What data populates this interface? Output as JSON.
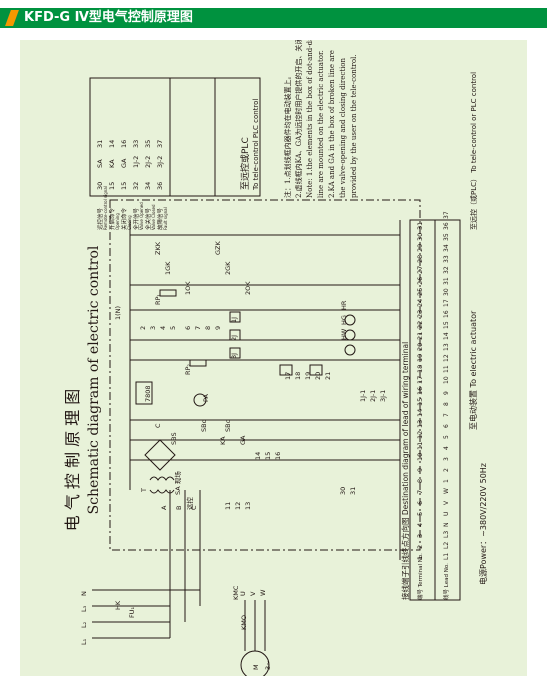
{
  "header": {
    "title": "KFD-G Ⅳ型电气控制原理图",
    "accent": "#00923f",
    "mark": "#f39800"
  },
  "diagram": {
    "title_cn": "电 气 控 制 原 理 图",
    "title_en": "Schematic diagram of electric control",
    "power_label": "电源Power：~380V/220V  50Hz",
    "terms": {
      "L1": "L₁",
      "L2": "L₂",
      "L3": "L₃",
      "N": "N",
      "HK": "HK",
      "FU": "FU₁",
      "A": "A",
      "B": "B",
      "C": "C",
      "KMO": "KMO",
      "KMC": "KMC",
      "T": "T",
      "M": "M",
      "M3": "3~",
      "U": "U",
      "V": "V",
      "W": "W",
      "RP1": "RP₁",
      "RP2": "RP₂",
      "PA": "PA",
      "IC7808": "7808",
      "Cap": "C",
      "SA": "SA 现场",
      "SA_remote": "远控",
      "SBS": "SBS",
      "SBO": "SBo",
      "SBC": "SBc",
      "KA": "KA",
      "GA": "GA",
      "one_n": "1(N)",
      "n2": "2",
      "n3": "3",
      "n4": "4",
      "n5": "5",
      "n6": "6",
      "n7": "7",
      "n8": "8",
      "n9": "9",
      "n11": "11",
      "n12": "12",
      "n13": "13",
      "n14": "14",
      "n15": "15",
      "n16": "16",
      "n17": "17",
      "n18": "18",
      "n19": "19",
      "n20": "20",
      "n21": "21",
      "n30": "30",
      "n31": "31",
      "K1J": "1J",
      "K2J": "2J",
      "K3J": "3J",
      "HR": "HR",
      "HG": "HG",
      "HW": "HW",
      "J1": "1J-1",
      "J2": "2J-1",
      "J3": "3J-1",
      "ZKK": "ZKK",
      "GZK": "GZK",
      "K1G": "1GK",
      "K2G": "2GK",
      "K10K": "1OK",
      "K20K": "2OK"
    },
    "relay_table": [
      {
        "num_a": "30",
        "sym": "SA",
        "num_b": "31",
        "cn": "远控信号",
        "en": "Remote-control signal"
      },
      {
        "num_a": "15",
        "sym": "KA",
        "num_b": "14",
        "cn": "开启命令",
        "en": "Opening"
      },
      {
        "num_a": "15",
        "sym": "GA",
        "num_b": "16",
        "cn": "关闭命令",
        "en": "Closing"
      },
      {
        "num_a": "32",
        "sym": "1J-2",
        "num_b": "33",
        "cn": "全开信号",
        "en": "Valve Opened"
      },
      {
        "num_a": "34",
        "sym": "2J-2",
        "num_b": "35",
        "cn": "全关信号",
        "en": "Valve Closed"
      },
      {
        "num_a": "36",
        "sym": "3J-2",
        "num_b": "37",
        "cn": "故障信号",
        "en": "Fault signal"
      }
    ],
    "plc": {
      "to_cn": "至远控或PLC",
      "to_en": "To tele-control PLC control",
      "col_group": [
        "远",
        "控",
        "信",
        "号"
      ]
    },
    "notes": [
      "注：1.点划线框内器件均在电动装置上。",
      "2.虚线框内KA、GA为远控时用户提供的开启、关闭命令",
      "Note: 1.the elements in the box of dot-and-dash",
      "line are mounted on the electric actuator.",
      "2.KA and GA in the box of broken line are",
      "the valve-opening and closing direction",
      "provided by the user on the tele-control."
    ],
    "terminal_title": "接线端子引线终点方向图 Destination diagram of lead of wiring terminal",
    "terminal_rows": {
      "row1_label": "端号 Terminal No.",
      "row2_label": "线号 Lead No.",
      "terminal_nos": [
        "1",
        "2",
        "3",
        "4",
        "5",
        "6",
        "7",
        "8",
        "9",
        "10",
        "11",
        "12",
        "13",
        "14",
        "15",
        "16",
        "17",
        "18",
        "19",
        "20",
        "21",
        "22",
        "23",
        "24",
        "25",
        "26",
        "27",
        "28",
        "29",
        "30",
        "31"
      ],
      "lead_nos": [
        "L1",
        "L2",
        "L3",
        "N",
        "U",
        "V",
        "W",
        "1",
        "2",
        "3",
        "4",
        "5",
        "6",
        "7",
        "8",
        "9",
        "10",
        "11",
        "12",
        "13",
        "14",
        "15",
        "16",
        "17",
        "30",
        "31",
        "32",
        "33",
        "34",
        "35",
        "36",
        "37"
      ]
    },
    "to_actuator": "至电动装置 To electric actuator",
    "to_plc_bottom": "至远控（或PLC） To tele-control or PLC control"
  }
}
